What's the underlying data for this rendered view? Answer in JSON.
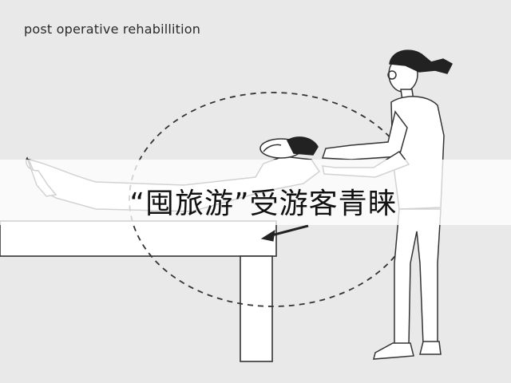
{
  "image": {
    "title": "post operative rehabillition",
    "overlay_text": "“囤旅游”受游客青睐"
  },
  "colors": {
    "background": "#e9e9e9",
    "line": "#333333",
    "banner": "#ffffff"
  },
  "icons": {
    "illustration": "rehabilitation-illustration",
    "arrow": "arrow-icon"
  }
}
